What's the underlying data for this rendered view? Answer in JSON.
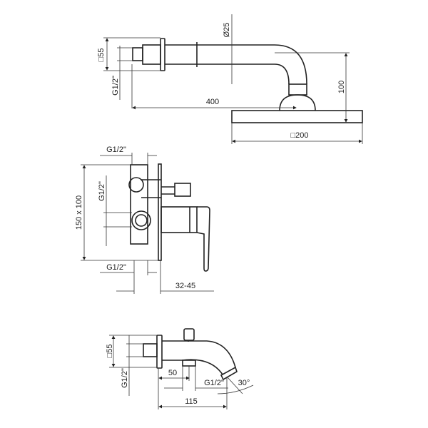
{
  "shower_arm": {
    "square_55": "□55",
    "thread": "G1/2\"",
    "diameter": "Ø25",
    "length": "400",
    "height": "100",
    "plate": "□200"
  },
  "mixer": {
    "thread_top": "G1/2\"",
    "thread_side": "G1/2\"",
    "size": "150 x 100",
    "thread_bottom": "G1/2\"",
    "depth": "32-45"
  },
  "spout": {
    "square_55": "□55",
    "thread": "G1/2\"",
    "offset": "50",
    "thread_outlet": "G1/2\"",
    "length": "115",
    "angle": "30°"
  }
}
